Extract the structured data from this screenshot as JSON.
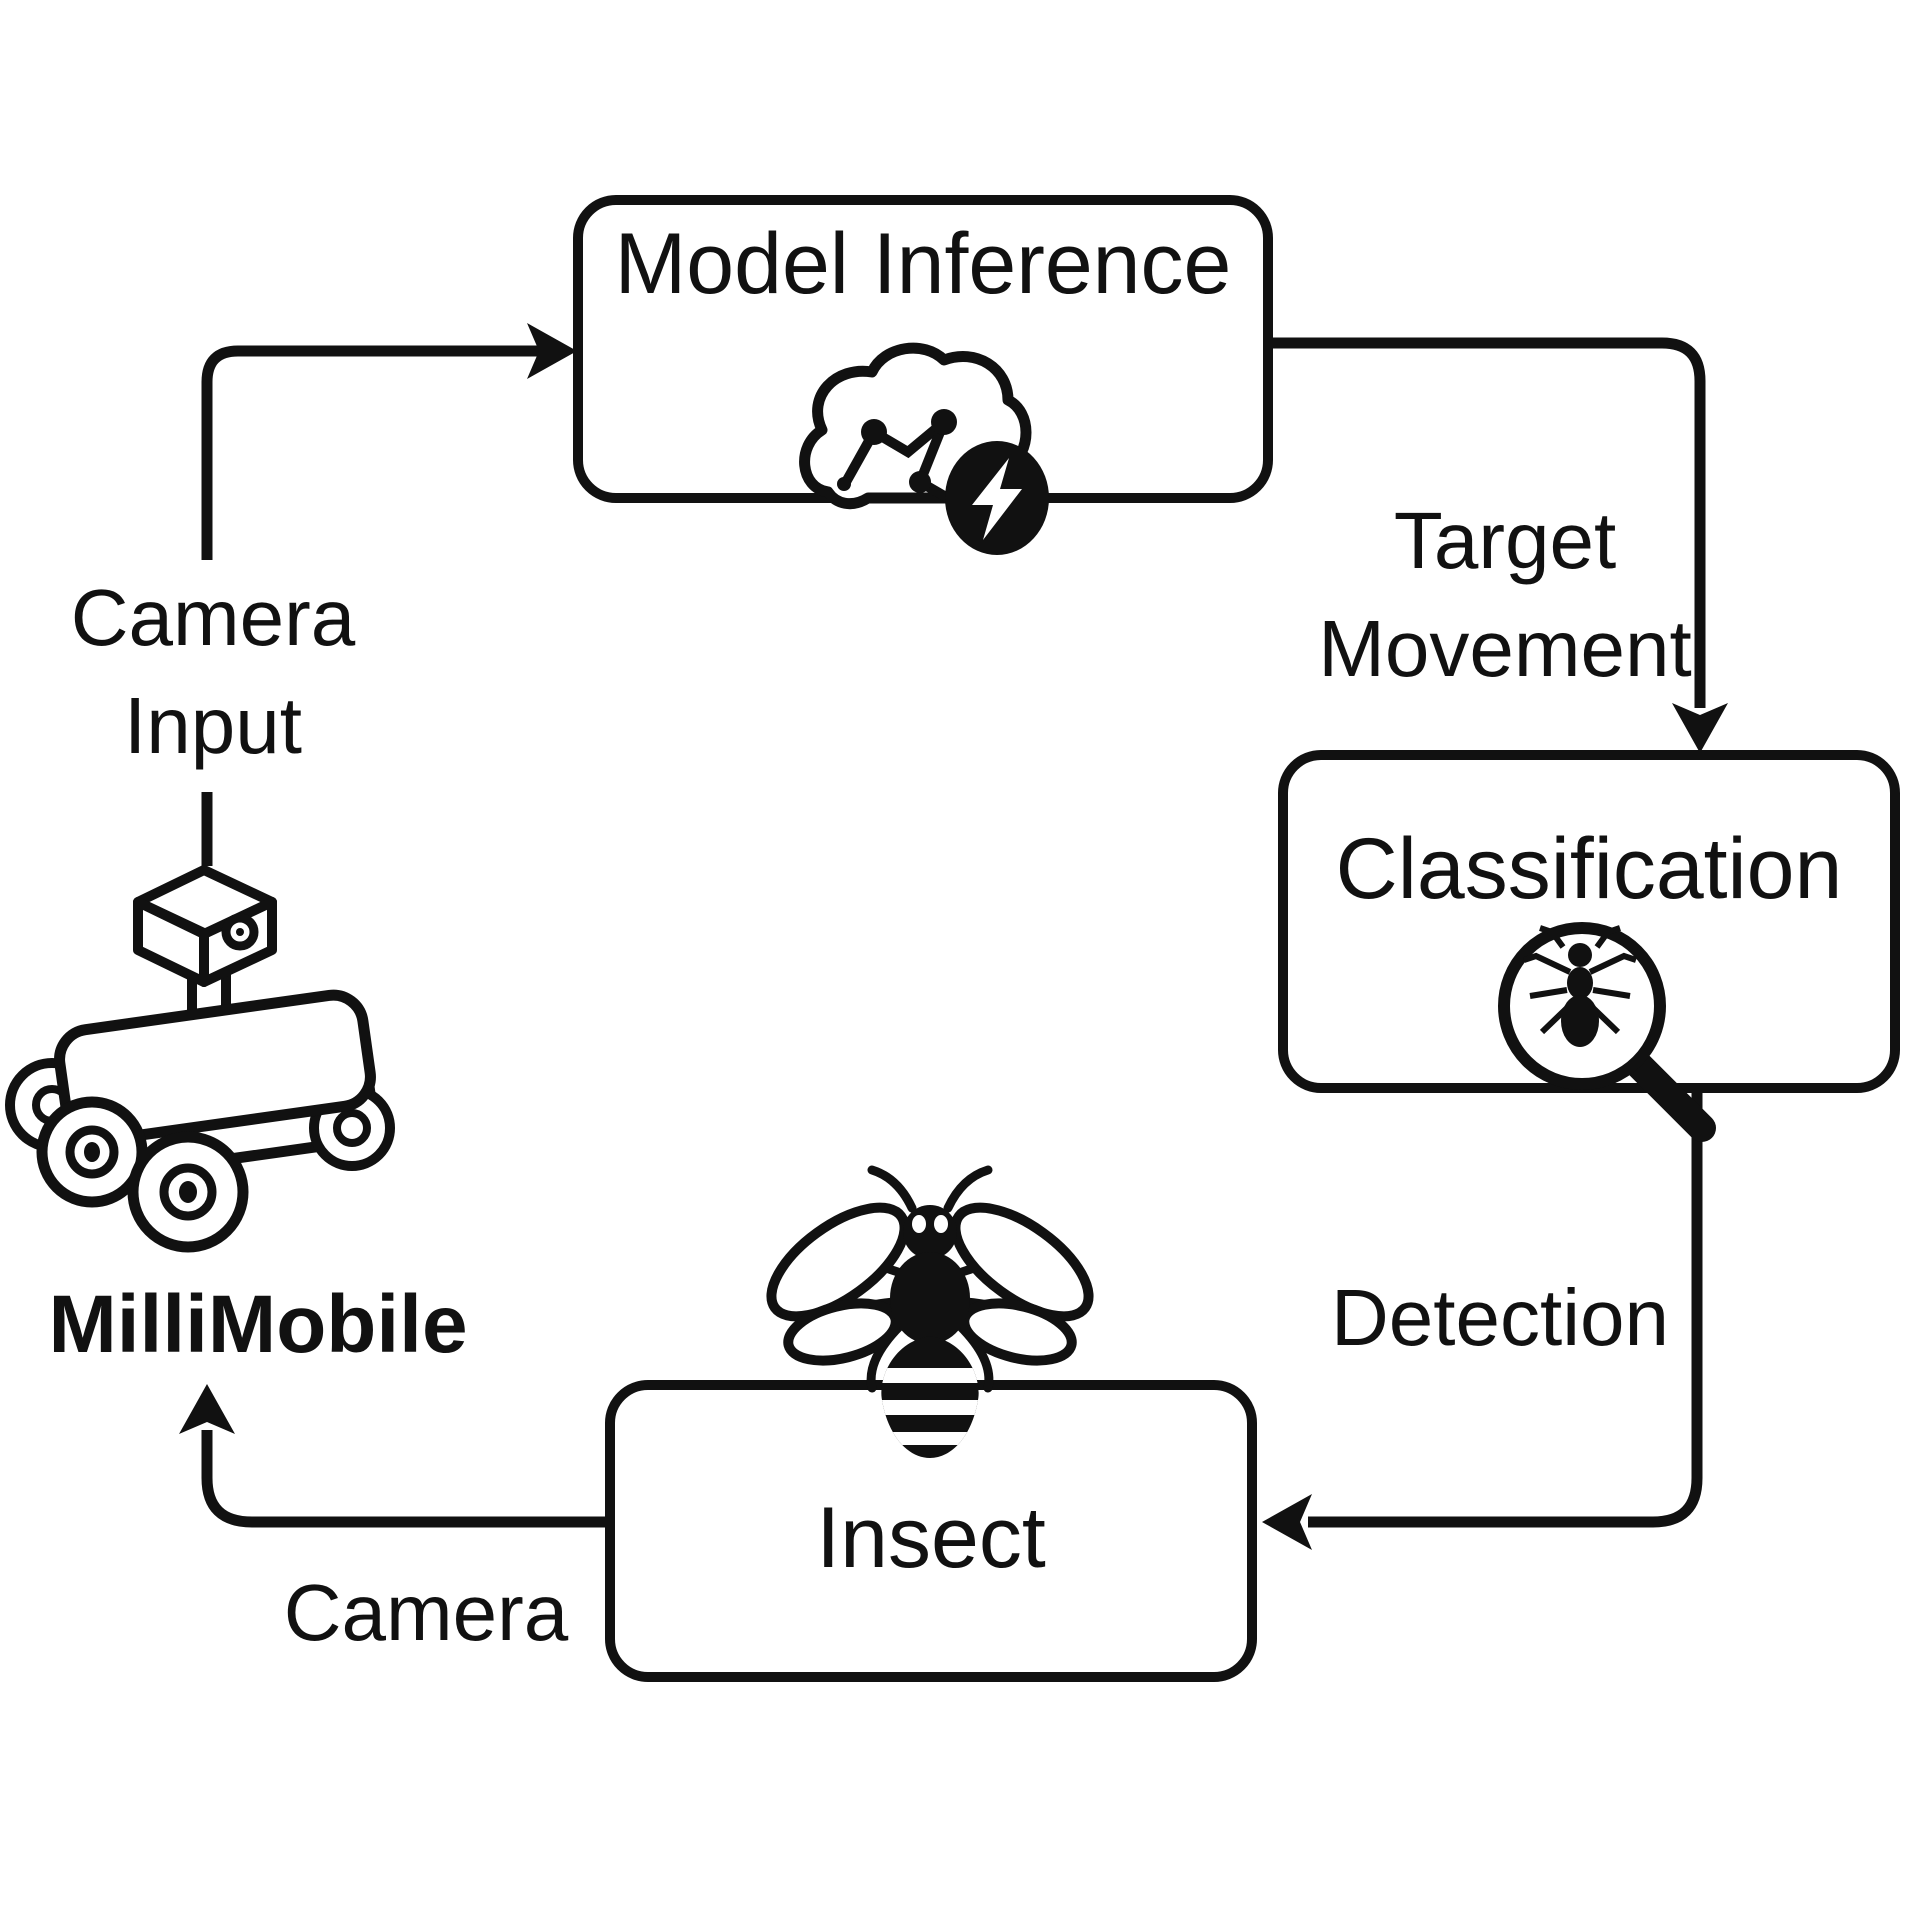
{
  "canvas": {
    "background_color": "#ffffff",
    "ink_color": "#111111",
    "description": "Closed-loop flow diagram: MilliMobile robot camera feeds model inference, which drives target movement for classification, detection of insect, observed again by camera"
  },
  "diagram": {
    "type": "cycle-flow",
    "nodes": [
      {
        "id": "model-inference",
        "label": "Model Inference",
        "icon": "neural-cloud-lightning-icon"
      },
      {
        "id": "classification",
        "label": "Classification",
        "icon": "magnifier-ant-icon"
      },
      {
        "id": "insect",
        "label": "Insect",
        "icon": "bee-icon"
      },
      {
        "id": "millimobile",
        "label": "MilliMobile",
        "icon": "robot-rover-icon"
      }
    ],
    "edges": [
      {
        "from": "millimobile",
        "to": "model-inference",
        "label_line1": "Camera",
        "label_line2": "Input"
      },
      {
        "from": "model-inference",
        "to": "classification",
        "label_line1": "Target",
        "label_line2": "Movement"
      },
      {
        "from": "classification",
        "to": "insect",
        "label": "Detection"
      },
      {
        "from": "insect",
        "to": "millimobile",
        "label": "Camera"
      }
    ]
  }
}
